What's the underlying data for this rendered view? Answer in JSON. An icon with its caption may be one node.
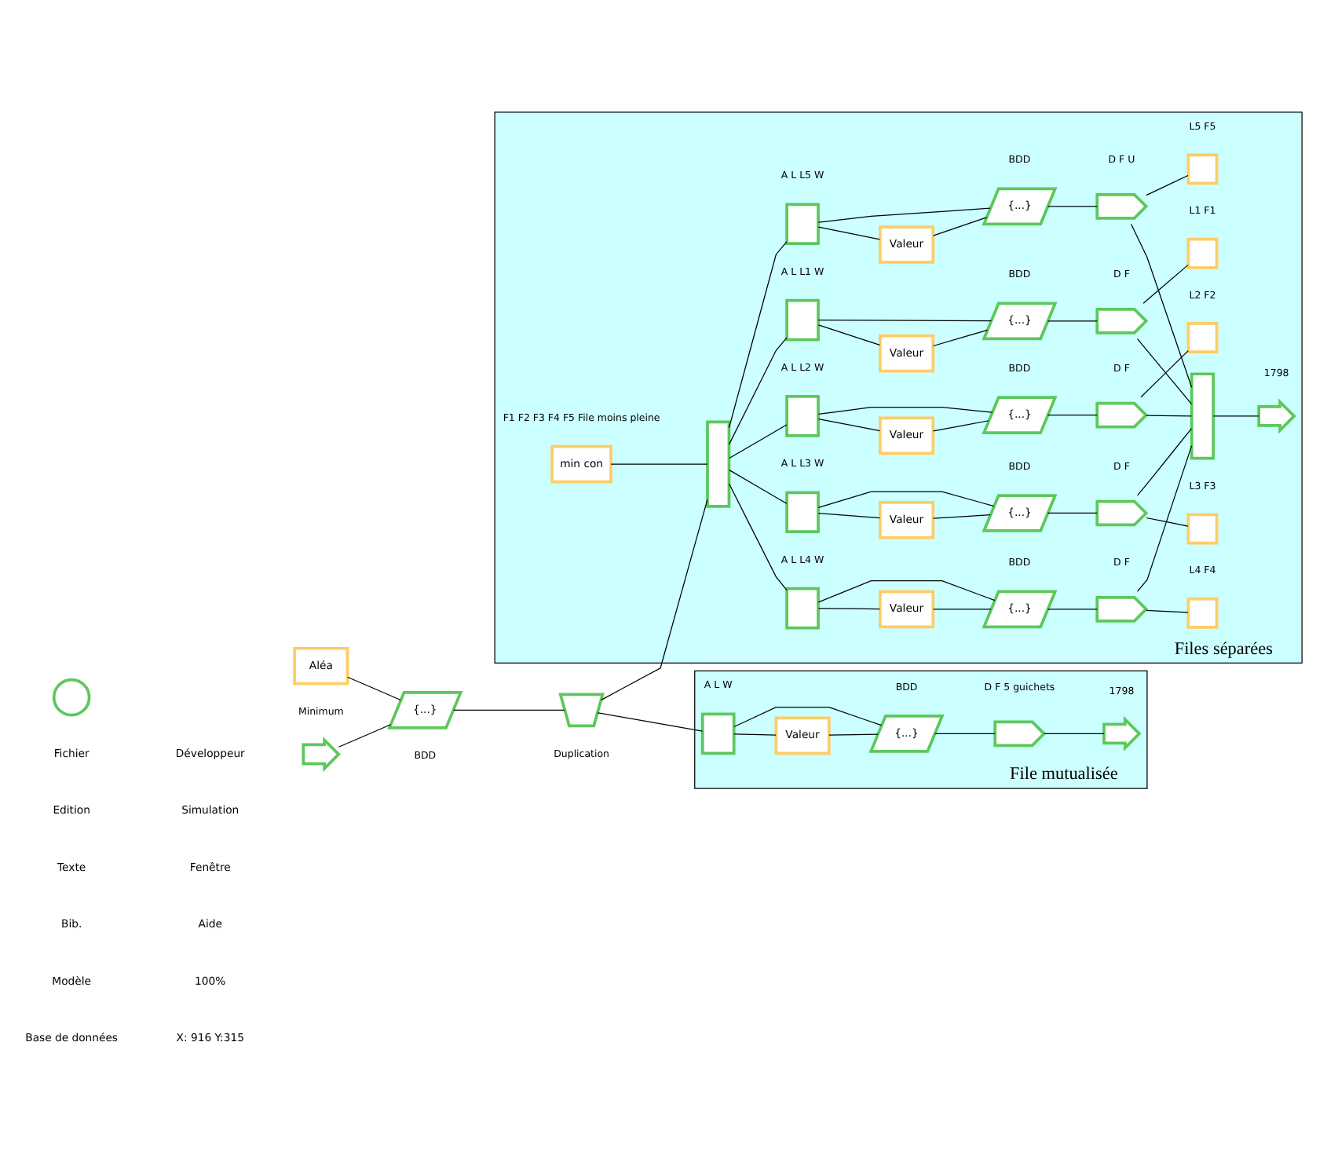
{
  "diagram": {
    "nodes": [
      {
        "text": [
          "File mutualisée"
        ]
      },
      {
        "text": [
          "Files séparées"
        ]
      },
      {
        "text": [],
        "shape": "circle"
      },
      {
        "text": [],
        "shape": "arrow"
      },
      {
        "text": [
          "{...}"
        ],
        "beside": [
          "BDD"
        ]
      },
      {
        "text": [
          "Aléa"
        ],
        "beside": [
          "Minimum"
        ]
      },
      {
        "text": [],
        "shape": "trapezoid",
        "beside": [
          "Duplication"
        ]
      },
      {
        "text": [],
        "shape": "box",
        "beside": [
          "A",
          "L",
          "W"
        ],
        "in": 0
      },
      {
        "text": [
          "Valeur"
        ],
        "in": 0
      },
      {
        "text": [
          "{...}"
        ],
        "beside": [
          "BDD"
        ],
        "in": 0
      },
      {
        "text": [],
        "shape": "pentagon",
        "beside": [
          "D",
          "F",
          "5 guichets"
        ],
        "in": 0
      },
      {
        "text": [],
        "shape": "arrow",
        "beside": [
          "1798"
        ],
        "in": 0
      },
      {
        "text": [
          "min con"
        ],
        "beside": [
          "F1",
          "F2",
          "F3",
          "F4",
          "F5",
          "File moins pleine"
        ],
        "in": 1
      },
      {
        "text": [],
        "shape": "bar",
        "in": 1
      },
      {
        "text": [],
        "shape": "box",
        "beside": [
          "A",
          "L",
          "L1",
          "W"
        ],
        "in": 1
      },
      {
        "text": [
          "Valeur"
        ],
        "in": 1
      },
      {
        "text": [
          "{...}"
        ],
        "beside": [
          "BDD"
        ],
        "in": 1
      },
      {
        "text": [],
        "shape": "pentagon",
        "beside": [
          "D",
          "F"
        ],
        "in": 1
      },
      {
        "text": [],
        "shape": "plus",
        "beside": [
          "L1",
          "F1"
        ],
        "in": 1
      },
      {
        "text": [],
        "shape": "box",
        "beside": [
          "A",
          "L",
          "L2",
          "W"
        ],
        "in": 1
      },
      {
        "text": [
          "Valeur"
        ],
        "in": 1
      },
      {
        "text": [
          "{...}"
        ],
        "beside": [
          "BDD"
        ],
        "in": 1
      },
      {
        "text": [],
        "shape": "pentagon",
        "beside": [
          "D",
          "F"
        ],
        "in": 1
      },
      {
        "text": [],
        "shape": "plus",
        "beside": [
          "L2",
          "F2"
        ],
        "in": 1
      },
      {
        "text": [],
        "shape": "box",
        "beside": [
          "A",
          "L",
          "L3",
          "W"
        ],
        "in": 1
      },
      {
        "text": [
          "Valeur"
        ],
        "in": 1
      },
      {
        "text": [
          "{...}"
        ],
        "beside": [
          "BDD"
        ],
        "in": 1
      },
      {
        "text": [],
        "shape": "pentagon",
        "beside": [
          "D",
          "F"
        ],
        "in": 1
      },
      {
        "text": [],
        "shape": "plus",
        "beside": [
          "L3",
          "F3"
        ],
        "in": 1
      },
      {
        "text": [],
        "shape": "box",
        "beside": [
          "A",
          "L",
          "L4",
          "W"
        ],
        "in": 1
      },
      {
        "text": [
          "Valeur"
        ],
        "in": 1
      },
      {
        "text": [
          "{...}"
        ],
        "beside": [
          "BDD"
        ],
        "in": 1
      },
      {
        "text": [],
        "shape": "pentagon",
        "beside": [
          "D",
          "F"
        ],
        "in": 1
      },
      {
        "text": [],
        "shape": "plus",
        "beside": [
          "L4",
          "F4"
        ],
        "in": 1
      },
      {
        "text": [],
        "shape": "box",
        "beside": [
          "A",
          "L",
          "L5",
          "W"
        ],
        "in": 1
      },
      {
        "text": [
          "Valeur"
        ],
        "in": 1
      },
      {
        "text": [
          "{...}"
        ],
        "beside": [
          "BDD"
        ],
        "in": 1
      },
      {
        "text": [],
        "shape": "pentagon",
        "beside": [
          "D",
          "F",
          "U"
        ],
        "in": 1
      },
      {
        "text": [],
        "shape": "plus",
        "beside": [
          "L5",
          "F5"
        ],
        "in": 1
      },
      {
        "text": [],
        "shape": "bar",
        "in": 1
      },
      {
        "text": [],
        "shape": "arrow",
        "beside": [
          "1798"
        ],
        "in": 1
      }
    ],
    "edges": [
      {
        "from": 3,
        "to": 4,
        "arrow": "none"
      },
      {
        "from": 5,
        "to": 4,
        "arrow": "none"
      },
      {
        "from": 4,
        "to": 6,
        "arrow": "none"
      },
      {
        "from": 6,
        "to": 7,
        "arrow": "none"
      },
      {
        "from": 6,
        "to": 13,
        "arrow": "none"
      },
      {
        "from": 7,
        "to": 9,
        "arrow": "none"
      },
      {
        "from": 7,
        "to": 8,
        "arrow": "none"
      },
      {
        "from": 8,
        "to": 9,
        "arrow": "none"
      },
      {
        "from": 9,
        "to": 10,
        "arrow": "none"
      },
      {
        "from": 10,
        "to": 11,
        "arrow": "none"
      },
      {
        "from": 12,
        "to": 13,
        "arrow": "none"
      },
      {
        "from": 13,
        "to": 14,
        "arrow": "none"
      },
      {
        "from": 14,
        "to": 16,
        "arrow": "none"
      },
      {
        "from": 14,
        "to": 15,
        "arrow": "none"
      },
      {
        "from": 15,
        "to": 16,
        "arrow": "none"
      },
      {
        "from": 16,
        "to": 17,
        "arrow": "none"
      },
      {
        "from": 17,
        "to": 39,
        "arrow": "none"
      },
      {
        "from": 17,
        "to": 18,
        "arrow": "none"
      },
      {
        "from": 13,
        "to": 19,
        "arrow": "none"
      },
      {
        "from": 19,
        "to": 21,
        "arrow": "none"
      },
      {
        "from": 19,
        "to": 20,
        "arrow": "none"
      },
      {
        "from": 20,
        "to": 21,
        "arrow": "none"
      },
      {
        "from": 21,
        "to": 22,
        "arrow": "none"
      },
      {
        "from": 22,
        "to": 39,
        "arrow": "none"
      },
      {
        "from": 22,
        "to": 23,
        "arrow": "none"
      },
      {
        "from": 13,
        "to": 24,
        "arrow": "none"
      },
      {
        "from": 24,
        "to": 26,
        "arrow": "none"
      },
      {
        "from": 24,
        "to": 25,
        "arrow": "none"
      },
      {
        "from": 25,
        "to": 26,
        "arrow": "none"
      },
      {
        "from": 26,
        "to": 27,
        "arrow": "none"
      },
      {
        "from": 27,
        "to": 39,
        "arrow": "none"
      },
      {
        "from": 27,
        "to": 28,
        "arrow": "none"
      },
      {
        "from": 13,
        "to": 29,
        "arrow": "none"
      },
      {
        "from": 29,
        "to": 31,
        "arrow": "none"
      },
      {
        "from": 29,
        "to": 30,
        "arrow": "none"
      },
      {
        "from": 30,
        "to": 31,
        "arrow": "none"
      },
      {
        "from": 31,
        "to": 32,
        "arrow": "none"
      },
      {
        "from": 32,
        "to": 39,
        "arrow": "none"
      },
      {
        "from": 32,
        "to": 33,
        "arrow": "none"
      },
      {
        "from": 13,
        "to": 34,
        "arrow": "none"
      },
      {
        "from": 34,
        "to": 36,
        "arrow": "none"
      },
      {
        "from": 34,
        "to": 35,
        "arrow": "none"
      },
      {
        "from": 35,
        "to": 36,
        "arrow": "none"
      },
      {
        "from": 36,
        "to": 37,
        "arrow": "none"
      },
      {
        "from": 37,
        "to": 39,
        "arrow": "none"
      },
      {
        "from": 37,
        "to": 38,
        "arrow": "none"
      },
      {
        "from": 39,
        "to": 40,
        "arrow": "none"
      }
    ],
    "labels": [
      "Fichier",
      "Edition",
      "Texte",
      "Bib.",
      "Modèle",
      "Base de données",
      "Développeur",
      "Simulation",
      "Fenêtre",
      "Aide",
      "100%",
      "X: 916 Y:315"
    ]
  }
}
